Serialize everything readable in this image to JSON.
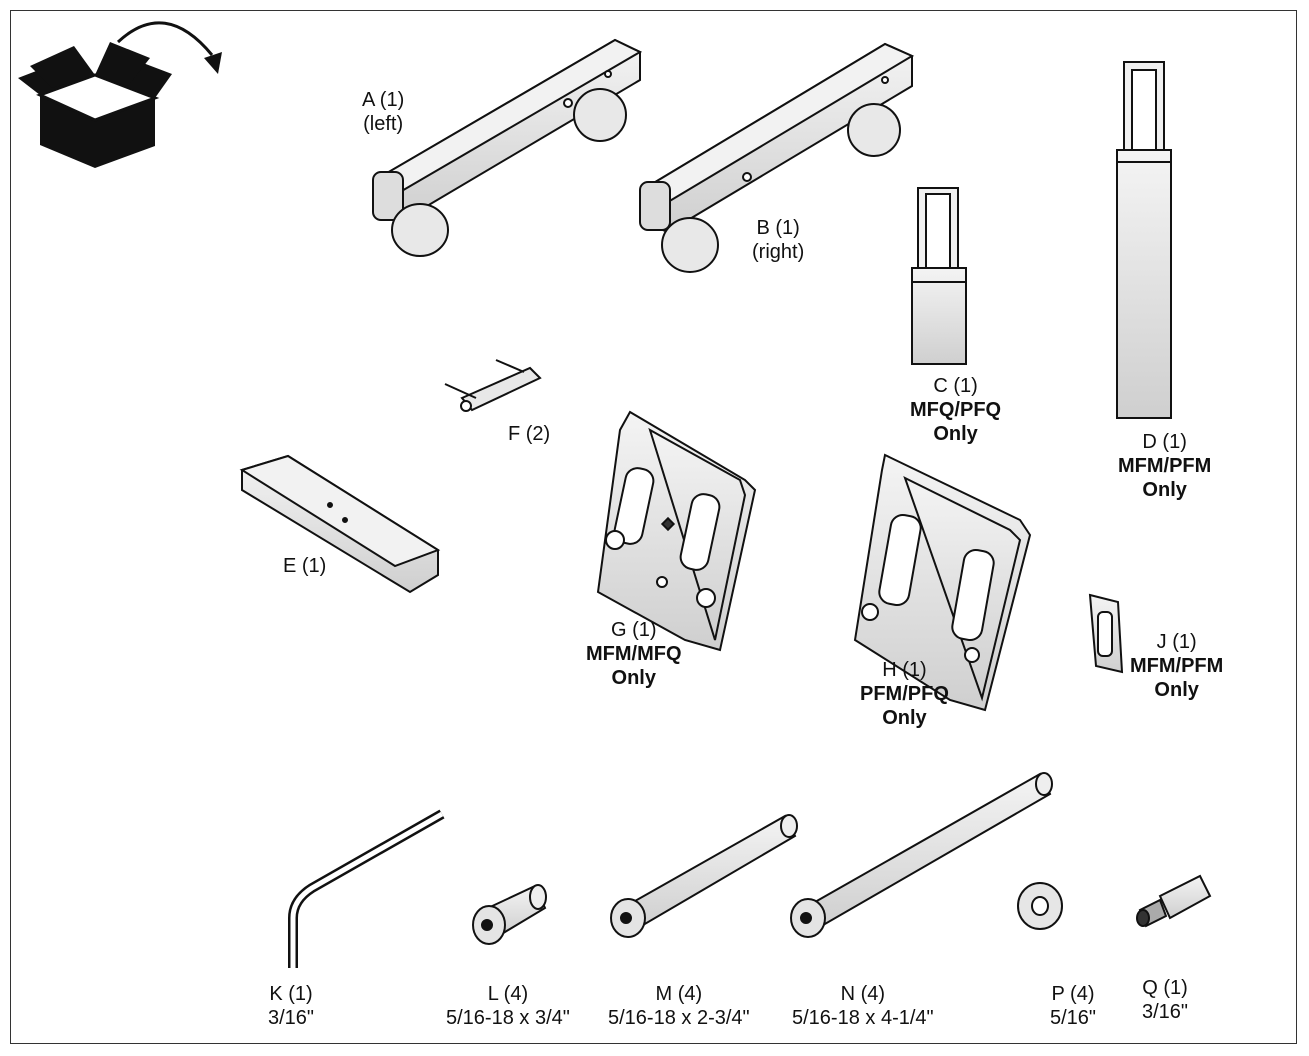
{
  "parts": {
    "A": {
      "id": "A (1)",
      "note": "(left)"
    },
    "B": {
      "id": "B (1)",
      "note": "(right)"
    },
    "C": {
      "id": "C (1)",
      "line1": "MFQ/PFQ",
      "line2": "Only"
    },
    "D": {
      "id": "D (1)",
      "line1": "MFM/PFM",
      "line2": "Only"
    },
    "E": {
      "id": "E (1)"
    },
    "F": {
      "id": "F (2)"
    },
    "G": {
      "id": "G (1)",
      "line1": "MFM/MFQ",
      "line2": "Only"
    },
    "H": {
      "id": "H (1)",
      "line1": "PFM/PFQ",
      "line2": "Only"
    },
    "J": {
      "id": "J (1)",
      "line1": "MFM/PFM",
      "line2": "Only"
    },
    "K": {
      "id": "K (1)",
      "size": "3/16\""
    },
    "L": {
      "id": "L (4)",
      "size": "5/16-18 x 3/4\""
    },
    "M": {
      "id": "M (4)",
      "size": "5/16-18 x 2-3/4\""
    },
    "N": {
      "id": "N (4)",
      "size": "5/16-18 x 4-1/4\""
    },
    "P": {
      "id": "P (4)",
      "size": "5/16\""
    },
    "Q": {
      "id": "Q (1)",
      "size": "3/16\""
    }
  },
  "icons": {
    "unbox": "open-box-icon"
  }
}
